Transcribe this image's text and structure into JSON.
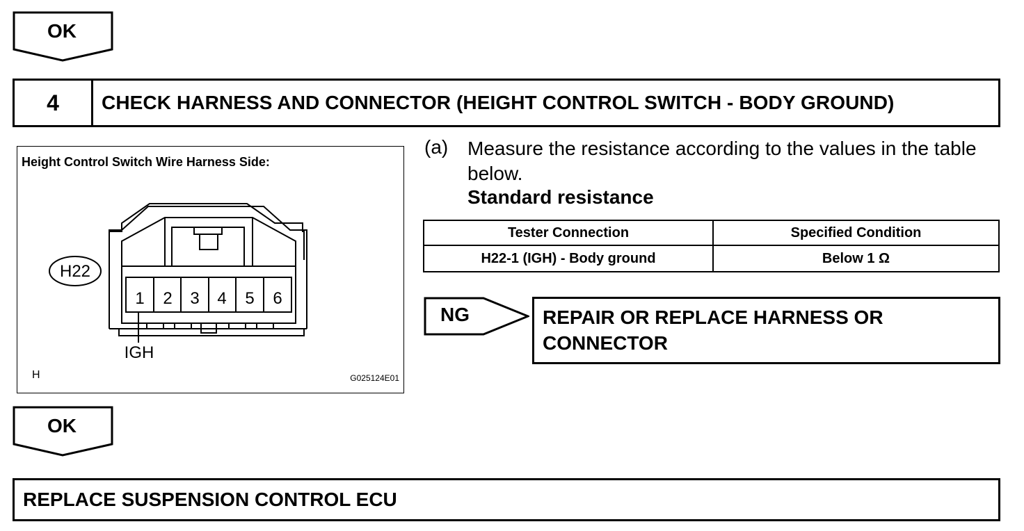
{
  "top_arrow": {
    "label": "OK"
  },
  "step": {
    "number": "4",
    "title": "CHECK HARNESS AND CONNECTOR (HEIGHT CONTROL SWITCH - BODY GROUND)"
  },
  "figure": {
    "title": "Height Control Switch Wire Harness Side:",
    "connector_id": "H22",
    "pins": [
      "1",
      "2",
      "3",
      "4",
      "5",
      "6"
    ],
    "pin_label": "IGH",
    "corner_mark": "H",
    "figure_code": "G025124E01"
  },
  "instruction": {
    "marker": "(a)",
    "text": "Measure the resistance according to the values in the table below.",
    "standard_label": "Standard resistance"
  },
  "spec_table": {
    "headers": [
      "Tester Connection",
      "Specified Condition"
    ],
    "rows": [
      [
        "H22-1 (IGH) - Body ground",
        "Below 1 Ω"
      ]
    ]
  },
  "ng_arrow": {
    "label": "NG"
  },
  "ng_result": {
    "line1": "REPAIR OR REPLACE HARNESS OR",
    "line2": "CONNECTOR"
  },
  "bottom_arrow": {
    "label": "OK"
  },
  "final_step": {
    "text": "REPLACE SUSPENSION CONTROL ECU"
  }
}
